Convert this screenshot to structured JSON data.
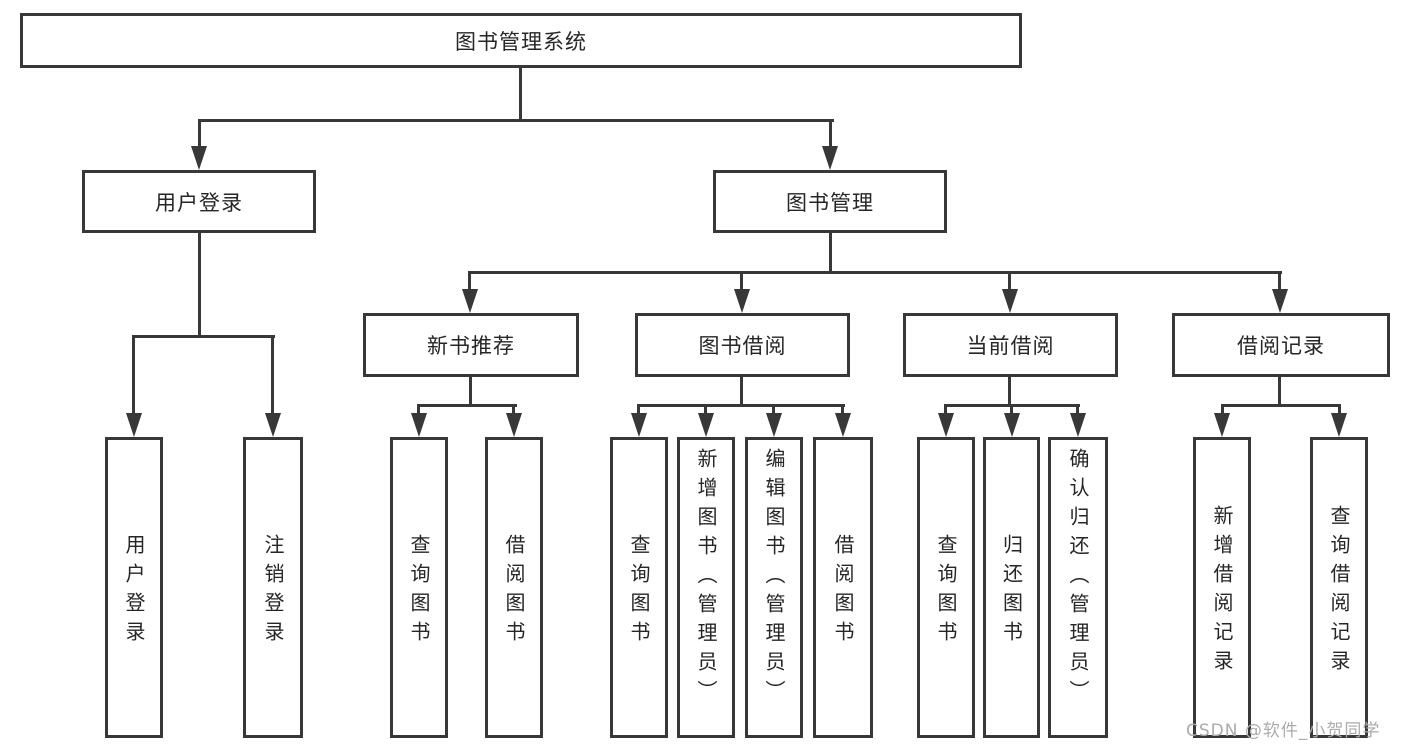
{
  "nodes": {
    "root": "图书管理系统",
    "level2": [
      "用户登录",
      "图书管理"
    ],
    "level3": [
      "新书推荐",
      "图书借阅",
      "当前借阅",
      "借阅记录"
    ],
    "leaves": {
      "user_login": [
        "用户登录",
        "注销登录"
      ],
      "new_books": [
        "查询图书",
        "借阅图书"
      ],
      "book_borrow": [
        "查询图书",
        "新增图书（管理员）",
        "编辑图书（管理员）",
        "借阅图书"
      ],
      "current_borrow": [
        "查询图书",
        "归还图书",
        "确认归还（管理员）"
      ],
      "borrow_records": [
        "新增借阅记录",
        "查询借阅记录"
      ]
    }
  },
  "watermark": "CSDN @软件_小贺同学",
  "colors": {
    "line": "#383838",
    "text": "#262626",
    "box_bg": "#ffffff",
    "background": "#ffffff",
    "watermark": "#ababab"
  }
}
